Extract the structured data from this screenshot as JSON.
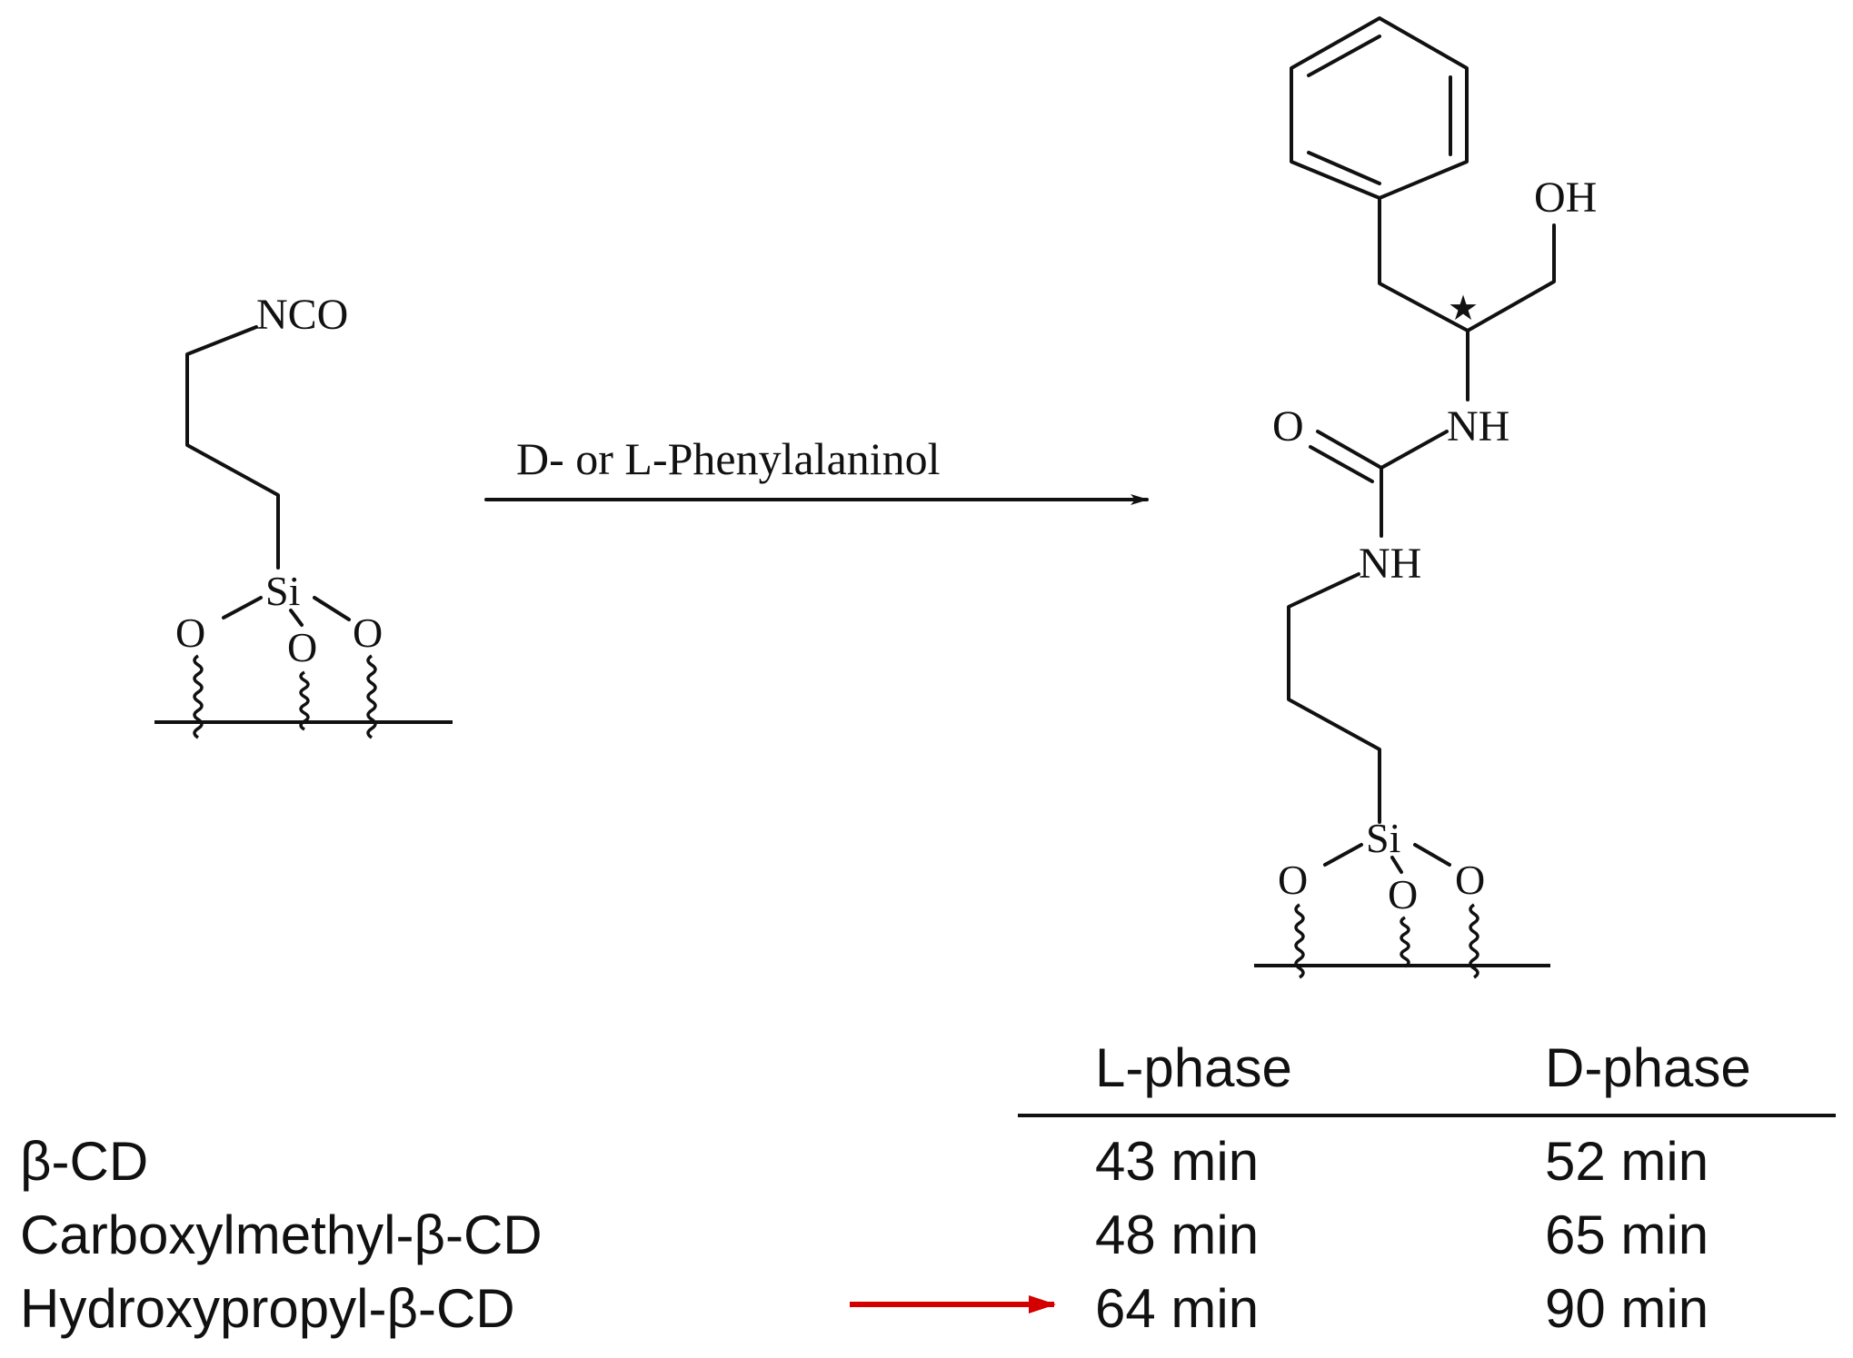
{
  "scheme": {
    "reactant": {
      "group_label": "NCO",
      "silicon_label": "Si",
      "oxygen_label": "O"
    },
    "arrow": {
      "reagent_label": "D- or L-Phenylalaninol"
    },
    "product": {
      "hydroxyl_label": "OH",
      "chiral_marker": "★",
      "carbonyl_oxygen_label": "O",
      "amide_nh_upper_label": "NH",
      "amide_nh_lower_label": "NH",
      "silicon_label": "Si",
      "oxygen_label": "O"
    }
  },
  "table": {
    "columns": [
      "L-phase",
      "D-phase"
    ],
    "rows": [
      {
        "label": "β-CD",
        "values": [
          "43 min",
          "52 min"
        ]
      },
      {
        "label": "Carboxylmethyl-β-CD",
        "values": [
          "48 min",
          "65 min"
        ]
      },
      {
        "label": "Hydroxypropyl-β-CD",
        "values": [
          "64 min",
          "90 min"
        ]
      }
    ],
    "highlight_arrow_color": "#d40000"
  }
}
